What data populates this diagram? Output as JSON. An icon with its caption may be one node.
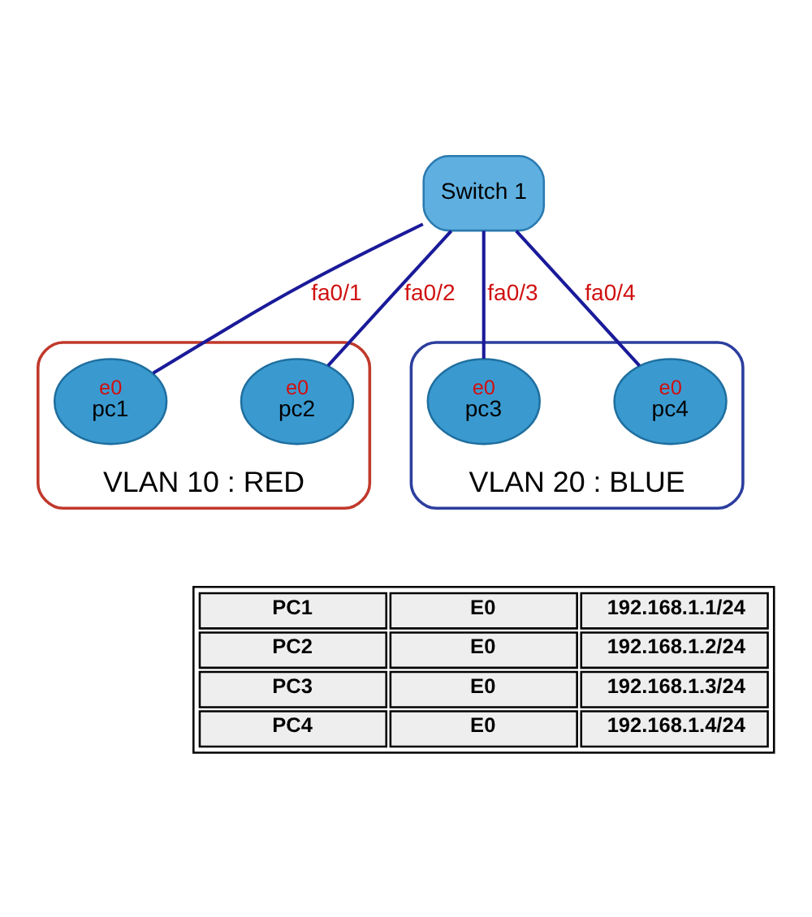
{
  "diagram": {
    "nodes": [
      {
        "text": [
          "VLAN 10 : RED"
        ]
      },
      {
        "text": [
          "VLAN 20 : BLUE"
        ]
      },
      {
        "text": [
          "Switch 1"
        ]
      },
      {
        "text": [
          "e0",
          "pc1"
        ],
        "in": 0
      },
      {
        "text": [
          "e0",
          "pc2"
        ],
        "in": 0
      },
      {
        "text": [
          "e0",
          "pc3"
        ],
        "in": 1
      },
      {
        "text": [
          "e0",
          "pc4"
        ],
        "in": 1
      }
    ],
    "edges": [
      {
        "from": 2,
        "to": 3,
        "arrow": "none",
        "label": "fa0/1"
      },
      {
        "from": 2,
        "to": 4,
        "arrow": "none",
        "label": "fa0/2"
      },
      {
        "from": 2,
        "to": 5,
        "arrow": "none",
        "label": "fa0/3"
      },
      {
        "from": 2,
        "to": 6,
        "arrow": "none",
        "label": "fa0/4"
      }
    ],
    "labels": [
      "PC1",
      "E0",
      "192.168.1.1/24",
      "PC2",
      "E0",
      "192.168.1.2/24",
      "PC3",
      "E0",
      "192.168.1.3/24",
      "PC4",
      "E0",
      "192.168.1.4/24"
    ]
  }
}
